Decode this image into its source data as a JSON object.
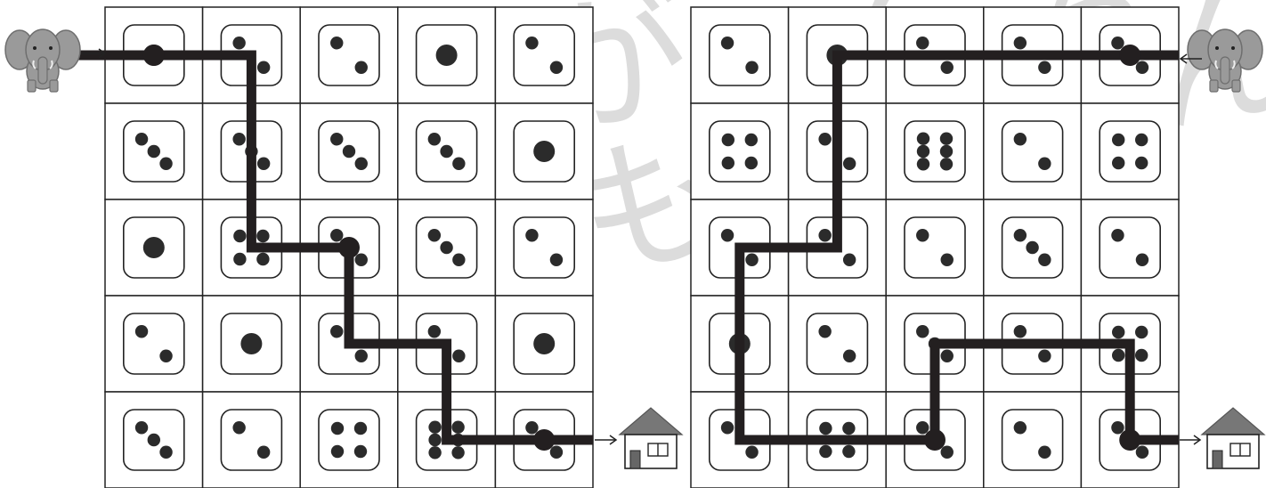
{
  "puzzles": [
    {
      "id": "left",
      "dice": [
        [
          1,
          2,
          2,
          1,
          2
        ],
        [
          3,
          3,
          3,
          3,
          1
        ],
        [
          1,
          4,
          2,
          3,
          2
        ],
        [
          2,
          1,
          2,
          2,
          1
        ],
        [
          3,
          2,
          4,
          6,
          2
        ]
      ],
      "path": [
        [
          0,
          -0.5
        ],
        [
          0,
          1.5
        ],
        [
          2,
          1.5
        ],
        [
          2,
          2.5
        ],
        [
          3,
          2.5
        ],
        [
          3,
          3.5
        ],
        [
          4,
          3.5
        ],
        [
          4,
          5
        ]
      ],
      "dots": [
        [
          0,
          0.5
        ],
        [
          2,
          2.5
        ],
        [
          4,
          4.5
        ]
      ],
      "start_side": "left",
      "goal_side": "right"
    },
    {
      "id": "right",
      "dice": [
        [
          2,
          1,
          2,
          2,
          2
        ],
        [
          4,
          2,
          6,
          2,
          4
        ],
        [
          2,
          2,
          2,
          3,
          2
        ],
        [
          1,
          2,
          3,
          2,
          4
        ],
        [
          2,
          4,
          2,
          2,
          2
        ]
      ],
      "path": [
        [
          0,
          5
        ],
        [
          0,
          1.5
        ],
        [
          2,
          1.5
        ],
        [
          2,
          0.5
        ],
        [
          4,
          0.5
        ],
        [
          4,
          2.5
        ],
        [
          3,
          2.5
        ],
        [
          3,
          4.5
        ],
        [
          4,
          4.5
        ],
        [
          4,
          5
        ]
      ],
      "dots": [
        [
          0,
          4.5
        ],
        [
          4,
          2.5
        ],
        [
          4,
          4.5
        ]
      ],
      "start_side": "right",
      "goal_side": "right"
    }
  ],
  "characters": {
    "start": "elephant-icon",
    "goal": "house-icon"
  },
  "colors": {
    "ink": "#2b2b2b",
    "path": "#231f20",
    "grid": "#222222",
    "elephant": "#9a9a9a",
    "elephant_dark": "#6e6e6e",
    "roof": "#777777",
    "watermark": "#dcdcdc"
  },
  "watermark": {
    "chars": [
      "が",
      "も",
      "ん",
      "れ",
      "ん"
    ]
  }
}
